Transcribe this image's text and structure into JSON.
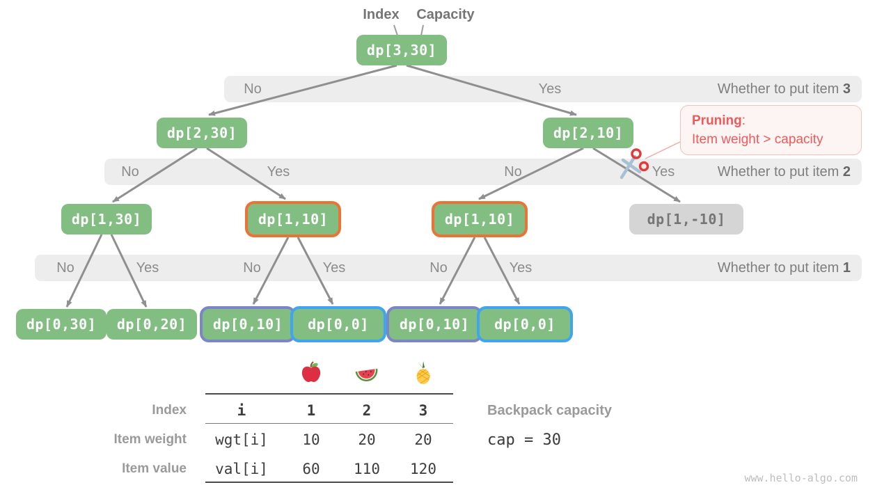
{
  "header": {
    "index_label": "Index",
    "capacity_label": "Capacity"
  },
  "nodes": {
    "root": "dp[3,30]",
    "l1_no": "dp[2,30]",
    "l1_yes": "dp[2,10]",
    "l2_no": "dp[1,30]",
    "l2_mid1": "dp[1,10]",
    "l2_mid2": "dp[1,10]",
    "l2_pruned": "dp[1,-10]",
    "l3_1": "dp[0,30]",
    "l3_2": "dp[0,20]",
    "l3_3": "dp[0,10]",
    "l3_4": "dp[0,0]",
    "l3_5": "dp[0,10]",
    "l3_6": "dp[0,0]"
  },
  "bars": [
    {
      "labels": [
        "No",
        "Yes"
      ],
      "question": "Whether to put item ",
      "item": "3"
    },
    {
      "labels": [
        "No",
        "Yes",
        "No",
        "Yes"
      ],
      "question": "Whether to put item ",
      "item": "2"
    },
    {
      "labels": [
        "No",
        "Yes",
        "No",
        "Yes",
        "No",
        "Yes"
      ],
      "question": "Whether to put item ",
      "item": "1"
    }
  ],
  "pruning": {
    "title": "Pruning",
    "colon": ":",
    "body": "Item weight > capacity"
  },
  "table": {
    "rows": [
      {
        "label": "Index",
        "cells": [
          "i",
          "1",
          "2",
          "3"
        ]
      },
      {
        "label": "Item weight",
        "cells": [
          "wgt[i]",
          "10",
          "20",
          "20"
        ]
      },
      {
        "label": "Item value",
        "cells": [
          "val[i]",
          "60",
          "110",
          "120"
        ]
      }
    ]
  },
  "capacity": {
    "title": "Backpack capacity",
    "value": "cap = 30"
  },
  "watermark": "www.hello-algo.com",
  "icons": {
    "fruits": [
      "apple-icon",
      "watermelon-icon",
      "pineapple-icon"
    ],
    "scissors": "scissors-icon"
  },
  "colors": {
    "node_green": "#82BD82",
    "node_gray_bg": "#D5D5D5",
    "orange_border": "#ED7334",
    "purple_border": "#7B85C7",
    "blue_border": "#3FA5F0",
    "bar_bg": "#EDEDED",
    "arrow": "#8F8F8F",
    "pruning_red": "#EE5A5A"
  }
}
